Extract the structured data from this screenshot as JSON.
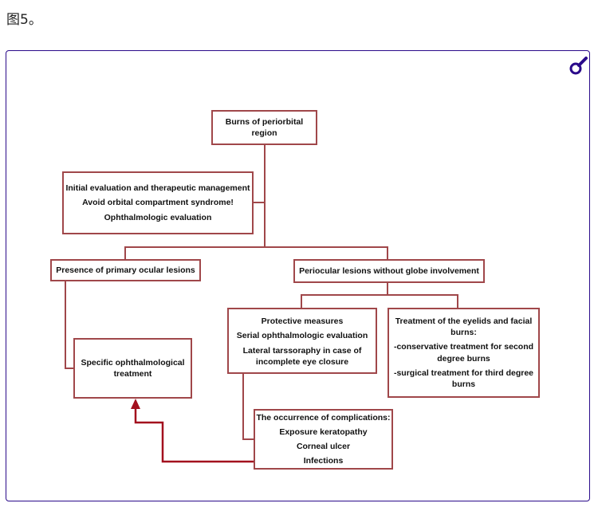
{
  "caption": "图5。",
  "zoom_icon": "magnifier-icon",
  "diagram": {
    "root": [
      "Burns of periorbital",
      "region"
    ],
    "initial": [
      "Initial evaluation and therapeutic management",
      "Avoid orbital compartment syndrome!",
      "Ophthalmologic  evaluation"
    ],
    "primary": "Presence of primary ocular lesions",
    "periocular": "Periocular lesions without globe involvement",
    "specific": [
      "Specific ophthalmological",
      "treatment"
    ],
    "protective": [
      "Protective measures",
      "Serial ophthalmologic  evaluation",
      "Lateral tarssoraphy  in case of",
      "incomplete eye closure"
    ],
    "eyelids": [
      "Treatment of the eyelids and facial",
      "burns:",
      "-conservative treatment  for second",
      "degree burns",
      "-surgical treatment for  third degree",
      "burns"
    ],
    "complications": [
      "The occurrence of complications:",
      "Exposure keratopathy",
      "Corneal ulcer",
      "Infections"
    ]
  },
  "colors": {
    "box_border": "#a0474a",
    "arrow": "#a3101e",
    "frame": "#2a0a8a"
  }
}
